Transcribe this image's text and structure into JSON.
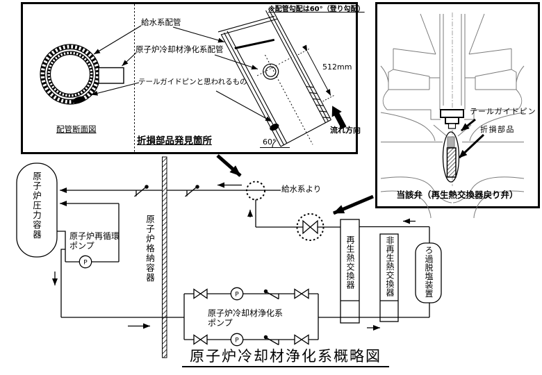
{
  "title": {
    "text": "原子炉冷却材浄化系概略図"
  },
  "pipe_section_inset": {
    "slope_note": "※配管勾配は60°（登り勾配）",
    "feedwater_pipe_label": "給水系配管",
    "cuw_pipe_label": "原子炉冷却材浄化系配管",
    "tail_guide_pin_label": "テールガイドピンと思われるもの",
    "section_caption": "配管断面図",
    "discovery_caption": "折損部品発見箇所",
    "dimension_label": "512mm",
    "flow_direction_label": "流れ方向",
    "angle_label": "60°"
  },
  "valve_inset": {
    "tail_guide_pin_label": "テールガイドピン",
    "broken_part_label": "折損部品",
    "caption": "当該弁（再生熱交換器戻り弁）"
  },
  "schematic": {
    "reactor_pressure_vessel": "原子炉圧力容器",
    "containment_vessel": "原子炉格納容器",
    "recirc_pump_line1": "原子炉再循環",
    "recirc_pump_line2": "ポンプ",
    "feedwater_from_label": "給水系より",
    "cuw_pump_line1": "原子炉冷却材浄化系",
    "cuw_pump_line2": "ポンプ",
    "regen_hx": "再生熱交換器",
    "non_regen_hx": "非再生熱交換器",
    "filter_demineralizer": "ろ過脱塩装置",
    "pump_symbol": "P"
  },
  "colors": {
    "ink": "#000000",
    "drawing_gray": "#7a7a7a",
    "background": "#ffffff"
  }
}
